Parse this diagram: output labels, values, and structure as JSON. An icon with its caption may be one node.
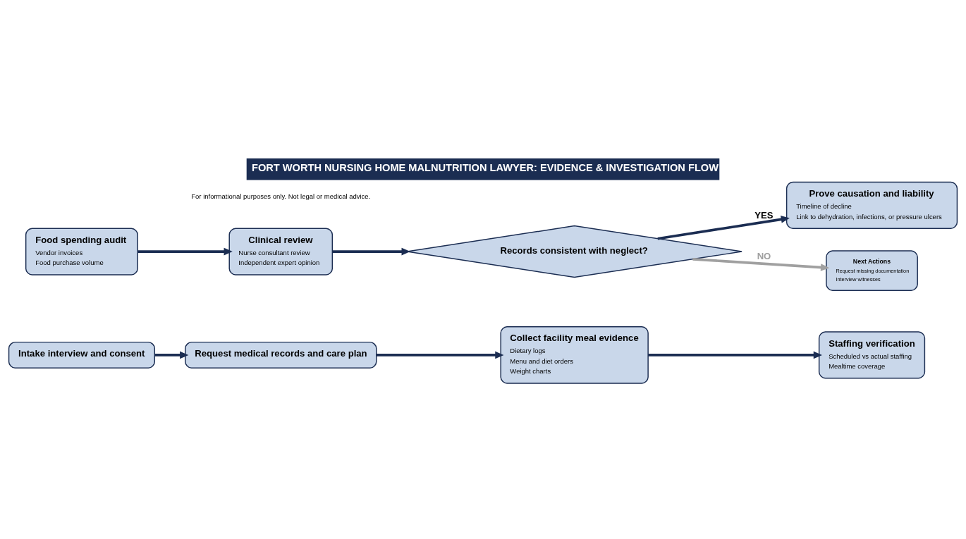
{
  "diagram": {
    "title": "FORT WORTH NURSING HOME MALNUTRITION LAWYER: EVIDENCE & INVESTIGATION FLOW",
    "caption": "For informational purposes only. Not legal or medical advice.",
    "nodes": [
      {
        "text": [
          "Intake interview and consent"
        ]
      },
      {
        "text": [
          "Request medical records and care plan"
        ]
      },
      {
        "text": [
          "Collect facility meal evidence",
          "Dietary logs",
          "Menu and diet orders",
          "Weight charts"
        ]
      },
      {
        "text": [
          "Staffing verification",
          "Scheduled vs actual staffing",
          "Mealtime coverage"
        ]
      },
      {
        "text": [
          "Food spending audit",
          "Vendor invoices",
          "Food purchase volume"
        ]
      },
      {
        "text": [
          "Clinical review",
          "Nurse consultant review",
          "Independent expert opinion"
        ]
      },
      {
        "text": [
          "Records consistent with neglect?"
        ]
      },
      {
        "text": [
          "Prove causation and liability",
          "Timeline of decline",
          "Link to dehydration, infections, or pressure ulcers"
        ]
      },
      {
        "text": [
          "Next Actions",
          "Request missing documentation",
          "Interview witnesses"
        ]
      }
    ],
    "edges": [
      {
        "from": 0,
        "to": 1,
        "arrow": "to"
      },
      {
        "from": 1,
        "to": 2,
        "arrow": "to"
      },
      {
        "from": 2,
        "to": 3,
        "arrow": "to"
      },
      {
        "from": 4,
        "to": 5,
        "arrow": "to"
      },
      {
        "from": 5,
        "to": 6,
        "arrow": "to"
      },
      {
        "from": 6,
        "to": 7,
        "arrow": "to",
        "label": "YES"
      },
      {
        "from": 6,
        "to": 8,
        "arrow": "to",
        "label": "NO",
        "color": "#a0a0a0"
      }
    ]
  }
}
